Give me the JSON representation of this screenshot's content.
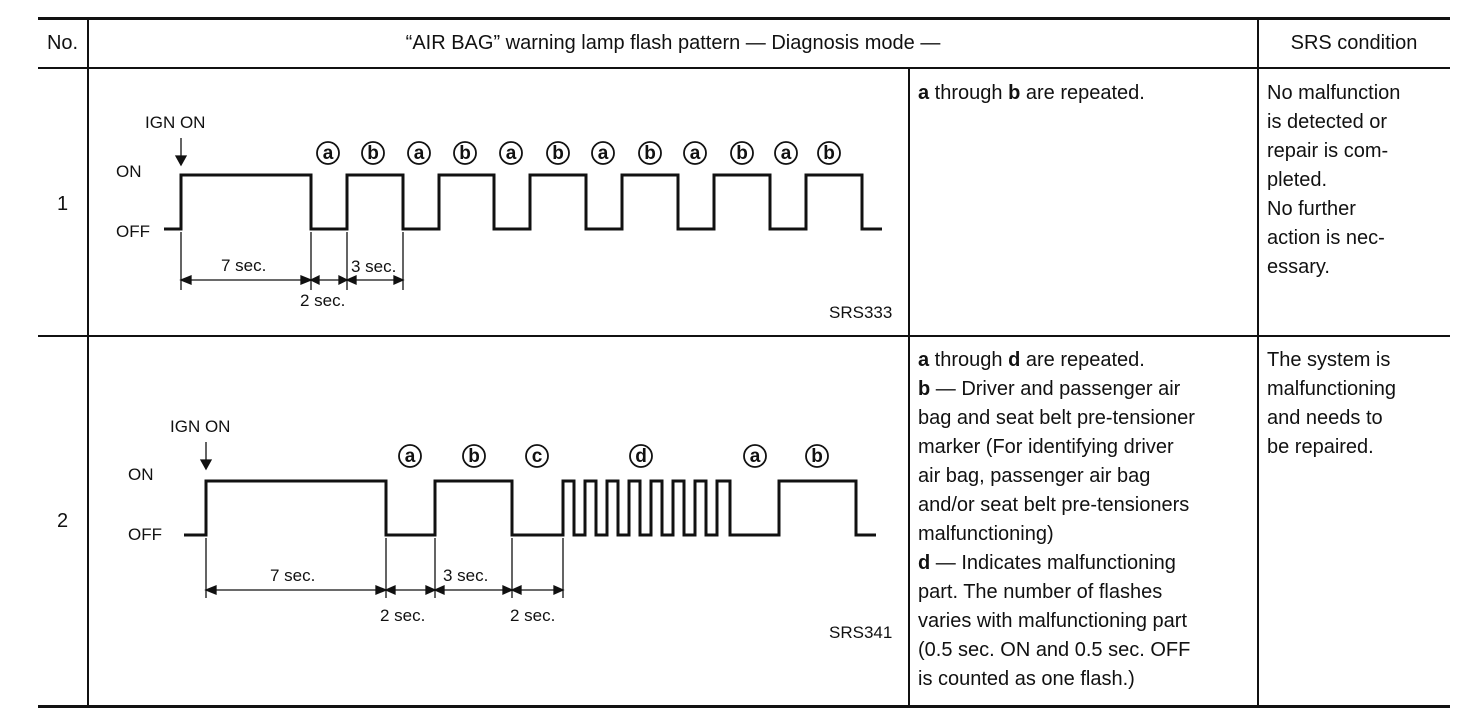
{
  "header": {
    "no": "No.",
    "pattern": "“AIR BAG” warning lamp flash pattern — Diagnosis mode —",
    "condition": "SRS condition"
  },
  "rows": [
    {
      "no": "1",
      "figure": {
        "ign": "IGN ON",
        "on": "ON",
        "off": "OFF",
        "markers": [
          "a",
          "b",
          "a",
          "b",
          "a",
          "b",
          "a",
          "b",
          "a",
          "b",
          "a",
          "b"
        ],
        "t7": "7 sec.",
        "t2": "2 sec.",
        "t3": "3 sec.",
        "code": "SRS333"
      },
      "desc": {
        "l1_a": "a",
        "l1_mid": " through ",
        "l1_b": "b",
        "l1_end": " are repeated."
      },
      "condition": [
        "No malfunction",
        "is detected or",
        "repair is com-",
        "pleted.",
        "No further",
        "action is nec-",
        "essary."
      ]
    },
    {
      "no": "2",
      "figure": {
        "ign": "IGN ON",
        "on": "ON",
        "off": "OFF",
        "markers": [
          "a",
          "b",
          "c",
          "d",
          "a",
          "b"
        ],
        "t7": "7 sec.",
        "t2a": "2 sec.",
        "t3": "3 sec.",
        "t2b": "2 sec.",
        "code": "SRS341"
      },
      "desc": {
        "l1_a": "a",
        "l1_mid": " through ",
        "l1_d": "d",
        "l1_end": " are repeated.",
        "b_key": "b",
        "b_text": [
          " — Driver and passenger air",
          "bag and seat belt pre-tensioner",
          "marker (For identifying driver",
          "air bag, passenger air bag",
          "and/or seat belt pre-tensioners",
          "malfunctioning)"
        ],
        "d_key": "d",
        "d_text": [
          " — Indicates malfunctioning",
          "part. The number of flashes",
          "varies with malfunctioning part",
          "(0.5 sec. ON and 0.5 sec. OFF",
          "is counted as one flash.)"
        ]
      },
      "condition": [
        "The system is",
        "malfunctioning",
        "and needs to",
        "be repaired."
      ]
    }
  ]
}
